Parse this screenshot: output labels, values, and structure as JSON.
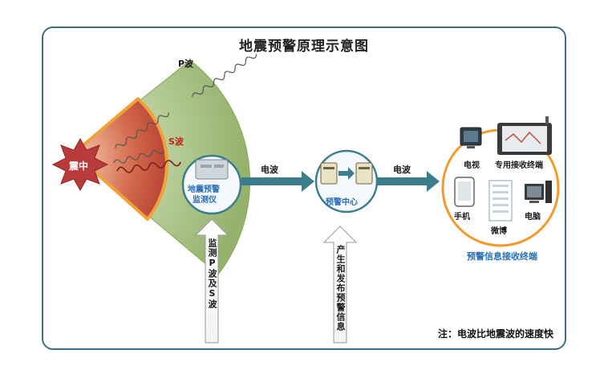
{
  "title": "地震预警原理示意图",
  "wave_labels": {
    "p_wave": "P波",
    "s_wave": "S波",
    "epicenter": "震中"
  },
  "monitor": {
    "label_line1": "地震预警",
    "label_line2": "监测仪",
    "vertical_text": "监测P波及S波"
  },
  "center": {
    "label": "预警中心",
    "vertical_text": "产生和发布预警信息"
  },
  "links": {
    "radio1": "电波",
    "radio2": "电波"
  },
  "receivers": {
    "tv": "电视",
    "terminal": "专用接收终端",
    "phone": "手机",
    "weibo": "微博",
    "computer": "电脑",
    "group_label": "预警信息接收终端"
  },
  "note": "注：电波比地震波的速度快",
  "colors": {
    "border": "#3f6f7f",
    "sector_outer": "#a6c07f",
    "sector_inner": "#c0503c",
    "arrow": "#3b7d8c",
    "star": "#b83a3a",
    "accent": "#f29a2e"
  }
}
